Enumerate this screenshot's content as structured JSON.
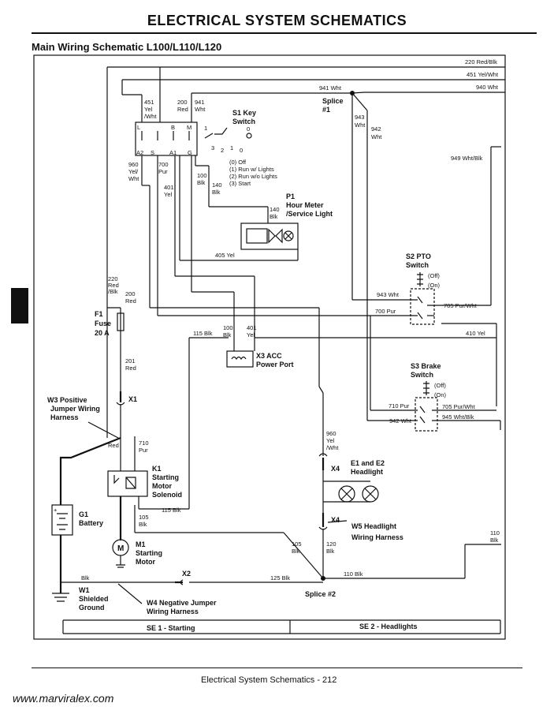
{
  "header": {
    "title": "ELECTRICAL   SYSTEM SCHEMATICS",
    "subtitle": "Main Wiring Schematic L100/L110/L120"
  },
  "footer": {
    "page_label": "Electrical   System Schematics - 212",
    "watermark": "www.marviralex.com"
  },
  "sections": {
    "se1": "SE 1 - Starting",
    "se2": "SE 2 - Headlights"
  },
  "components": {
    "s1": {
      "id": "S1 Key",
      "name": "Switch",
      "positions": [
        "(0) Off",
        "(1) Run w/ Lights",
        "(2) Run w/o Lights",
        "(3) Start"
      ],
      "terminals": [
        "L",
        "B",
        "M",
        "A2",
        "S",
        "A1",
        "G"
      ],
      "nums": [
        "0",
        "3",
        "2",
        "1",
        "0",
        "1"
      ]
    },
    "p1": {
      "id": "P1",
      "name1": "Hour Meter",
      "name2": "/Service Light"
    },
    "splice1": {
      "id": "Splice",
      "num": "#1"
    },
    "splice2": {
      "id": "Splice #2"
    },
    "s2": {
      "id": "S2 PTO",
      "name": "Switch",
      "off": "(Off)",
      "on": "(On)"
    },
    "s3": {
      "id": "S3 Brake",
      "name": "Switch",
      "off": "(Off)",
      "on": "(On)"
    },
    "f1": {
      "id": "F1",
      "name": "Fuse",
      "rating": "20 A"
    },
    "x3": {
      "id": "X3 ACC",
      "name": "Power Port"
    },
    "x1": {
      "id": "X1"
    },
    "x2": {
      "id": "X2"
    },
    "x4a": {
      "id": "X4"
    },
    "x4b": {
      "id": "X4"
    },
    "w3": {
      "id": "W3 Positive",
      "name1": "Jumper Wiring",
      "name2": "Harness"
    },
    "k1": {
      "id": "K1",
      "name1": "Starting",
      "name2": "Motor",
      "name3": "Solenoid"
    },
    "g1": {
      "id": "G1",
      "name": "Battery"
    },
    "m1": {
      "id": "M1",
      "name1": "Starting",
      "name2": "Motor",
      "symbol": "M"
    },
    "e1": {
      "id": "E1 and E2",
      "name": "Headlight"
    },
    "w5": {
      "id": "W5 Headlight",
      "name": "Wiring Harness"
    },
    "w1": {
      "id": "W1",
      "name1": "Shielded",
      "name2": "Ground"
    },
    "w4": {
      "id": "W4 Negative Jumper",
      "name": "Wiring Harness"
    }
  },
  "wires": {
    "w220": "220 Red/Blk",
    "w451": "451 Yel/Wht",
    "w940": "940 Wht",
    "w941": "941 Wht",
    "w451v": [
      "451",
      "Yel",
      "/Wht"
    ],
    "w200v": [
      "200",
      "Red"
    ],
    "w941v": [
      "941",
      "Wht"
    ],
    "w943v": [
      "943",
      "Wht"
    ],
    "w942v": [
      "942",
      "Wht"
    ],
    "w949": "949 Wht/Blk",
    "w960v": [
      "960",
      "Yel/",
      "Wht"
    ],
    "w700v": [
      "700",
      "Pur"
    ],
    "w401v": [
      "401",
      "Yel"
    ],
    "w100v": [
      "100",
      "Blk"
    ],
    "w140v": [
      "140",
      "Blk"
    ],
    "w140p": [
      "140",
      "Blk"
    ],
    "w405": "405 Yel",
    "w943": "943 Wht",
    "w700": "700 Pur",
    "w705": "705 Pur/Wht",
    "w220v": [
      "220",
      "Red",
      "/Blk"
    ],
    "w200v2": [
      "200",
      "Red"
    ],
    "w115": "115 Blk",
    "w100x3": [
      "100",
      "Blk"
    ],
    "w401x3": [
      "401",
      "Yel"
    ],
    "w410": "410 Yel",
    "w201v": [
      "201",
      "Red"
    ],
    "w710s3": "710 Pur",
    "w705s3": "705 Pur/Wht",
    "w942s3": "942 Wht",
    "w945": "945 Wht/Blk",
    "wred": "Red",
    "w710v": [
      "710",
      "Pur"
    ],
    "w960h": [
      "960",
      "Yel",
      "/Wht"
    ],
    "w115k": "115 Blk",
    "w105v": [
      "105",
      "Blk"
    ],
    "w105b": [
      "105",
      "Blk"
    ],
    "w120v": [
      "120",
      "Blk"
    ],
    "w110r": [
      "110",
      "Blk"
    ],
    "w125": "125 Blk",
    "w110": "110 Blk",
    "wblk": "Blk"
  }
}
